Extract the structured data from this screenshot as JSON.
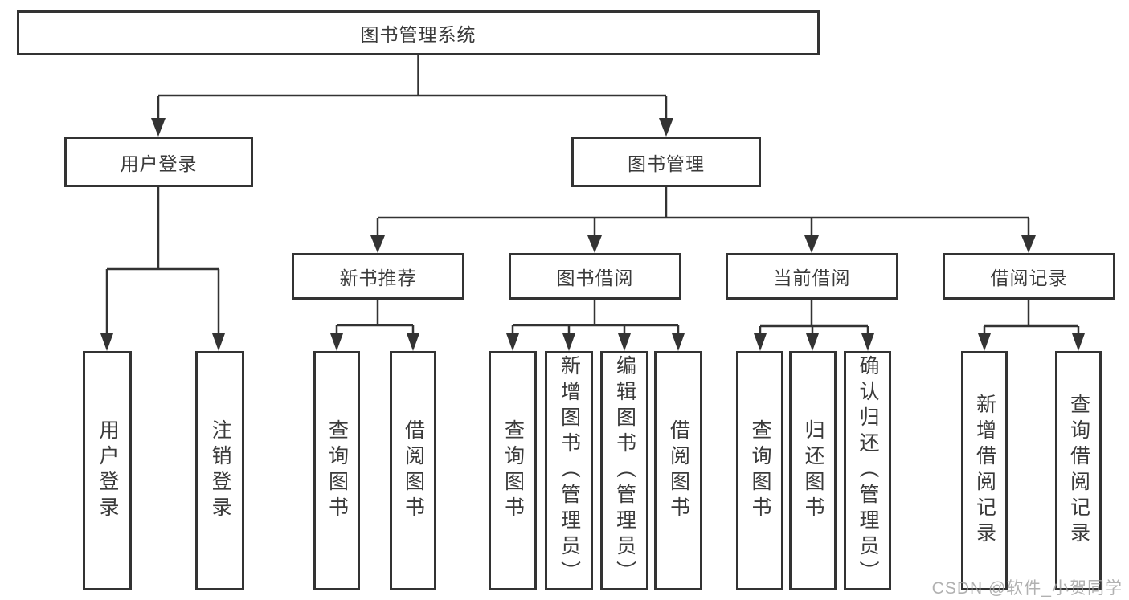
{
  "nodes": {
    "root": "图书管理系统",
    "level2": [
      "用户登录",
      "图书管理"
    ],
    "level3": [
      "新书推荐",
      "图书借阅",
      "当前借阅",
      "借阅记录"
    ],
    "leaves": {
      "user_login": [
        "用户登录",
        "注销登录"
      ],
      "new_book": [
        "查询图书",
        "借阅图书"
      ],
      "book_borrow": [
        "查询图书",
        "新增图书（管理员）",
        "编辑图书（管理员）",
        "借阅图书"
      ],
      "current_borrow": [
        "查询图书",
        "归还图书",
        "确认归还（管理员）"
      ],
      "borrow_record": [
        "新增借阅记录",
        "查询借阅记录"
      ]
    }
  },
  "watermark": "CSDN @软件_小贺同学",
  "colors": {
    "line": "#333333",
    "box_border": "#333333",
    "box_fill": "#ffffff",
    "text": "#3a3a3a",
    "watermark": "#9e9e9e"
  }
}
